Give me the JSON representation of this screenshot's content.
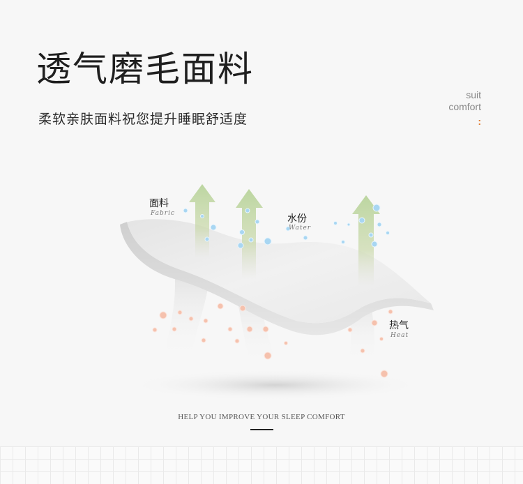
{
  "title": "透气磨毛面料",
  "subtitle": "柔软亲肤面料祝您提升睡眠舒适度",
  "brand": {
    "line1": "suit",
    "line2": "comfort",
    "dots": ":"
  },
  "labels": {
    "fabric_cn": "面料",
    "fabric_en": "Fabric",
    "water_cn": "水份",
    "water_en": "Water",
    "heat_cn": "热气",
    "heat_en": "Heat"
  },
  "tagline": "HELP YOU IMPROVE YOUR SLEEP COMFORT",
  "colors": {
    "accent": "#e07a2f",
    "arrow_green": "#b7cf9c",
    "water_bubble": "#9fd0ef",
    "heat_bubble": "#f2b9a3"
  }
}
